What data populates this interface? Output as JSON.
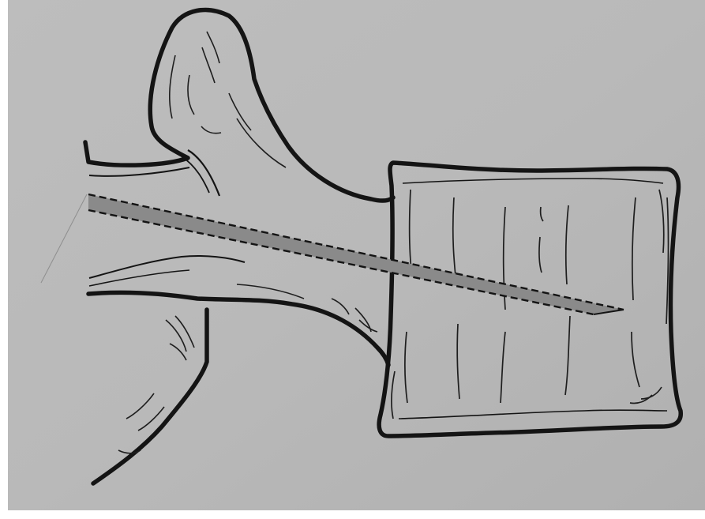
{
  "figure": {
    "subject": "vertebra-lateral-view-with-needle-trajectory",
    "colors": {
      "paper": "#b7b7b7",
      "paper_light": "#c4c4c4",
      "ink": "#141414",
      "needle_fill": "#8a8a8a",
      "border": "#ffffff"
    },
    "parts": [
      {
        "name": "vertebral-body"
      },
      {
        "name": "pedicle"
      },
      {
        "name": "superior-articular-process"
      },
      {
        "name": "inferior-articular-process"
      },
      {
        "name": "needle-trajectory"
      }
    ]
  }
}
